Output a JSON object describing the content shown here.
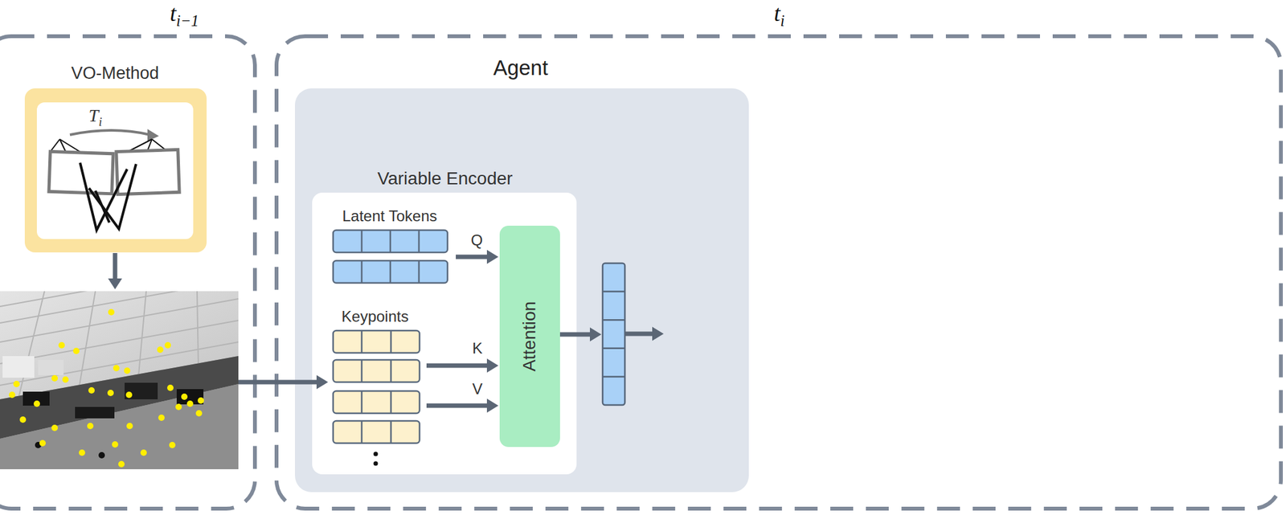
{
  "diagram": {
    "nodes": [
      {
        "text": [
          "ti−1"
        ]
      },
      {
        "text": [
          "ti"
        ]
      },
      {
        "text": [
          "VO-Method"
        ],
        "in": 0
      },
      {
        "text": [
          "Agent"
        ],
        "in": 1
      },
      {
        "text": [
          "Variable Encoder"
        ],
        "in": 3
      },
      {
        "text": [
          "Attention"
        ],
        "in": 4
      }
    ],
    "labels": [
      "Ti",
      "Latent Tokens",
      "Keypoints",
      "Q",
      "K",
      "V"
    ]
  }
}
